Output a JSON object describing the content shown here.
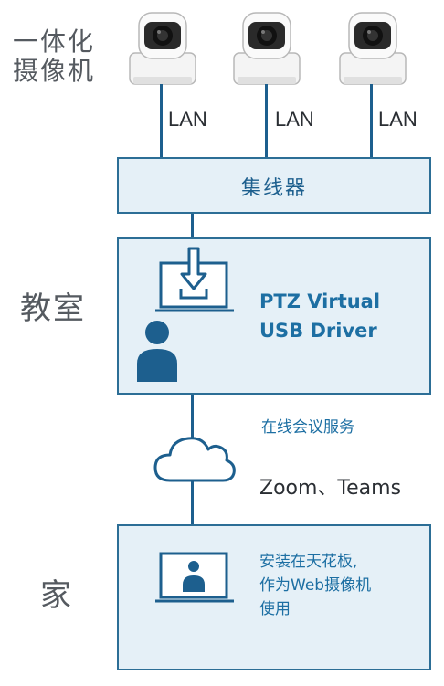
{
  "labels": {
    "camera_group": [
      "一体化",
      "摄像机"
    ],
    "classroom": "教室",
    "home": "家"
  },
  "lan_labels": [
    "LAN",
    "LAN",
    "LAN"
  ],
  "hub_label": "集线器",
  "classroom_panel": {
    "software_line1": "PTZ Virtual",
    "software_line2": "USB Driver"
  },
  "cloud": {
    "service_label": "在线会议服务",
    "apps_label": "Zoom、Teams"
  },
  "home_panel": {
    "line1": "安装在天花板,",
    "line2": "作为Web摄像机",
    "line3": "使用"
  },
  "colors": {
    "panel_fill": "#e5f0f7",
    "panel_border": "#2c6e96",
    "line": "#1d5f8e",
    "person": "#1d5f8e",
    "text_blue": "#1d6fa3"
  }
}
